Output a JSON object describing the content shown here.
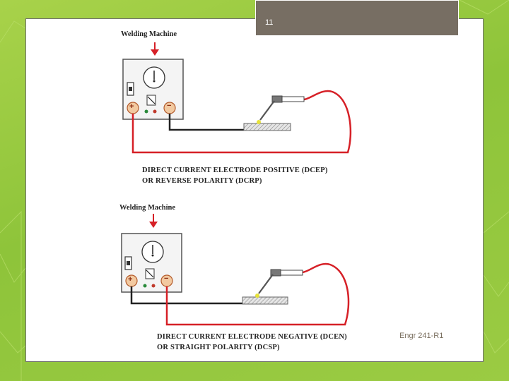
{
  "slide": {
    "page_number": "11",
    "footer": "Engr 241-R1"
  },
  "diagrams": [
    {
      "title": "Welding Machine",
      "caption_line1": "DIRECT CURRENT ELECTRODE POSITIVE (DCEP)",
      "caption_line2": "OR REVERSE POLARITY (DCRP)",
      "positive_symbol": "+",
      "negative_symbol": "−"
    },
    {
      "title": "Welding Machine",
      "caption_line1": "DIRECT CURRENT ELECTRODE NEGATIVE (DCEN)",
      "caption_line2": "OR STRAIGHT POLARITY (DCSP)",
      "positive_symbol": "+",
      "negative_symbol": "−"
    }
  ],
  "colors": {
    "electrode_cable": "#d62027",
    "work_cable": "#222222",
    "background_green": "#9bcb43",
    "tab_brown": "#776e63",
    "footer_text": "#7a6f5f"
  }
}
